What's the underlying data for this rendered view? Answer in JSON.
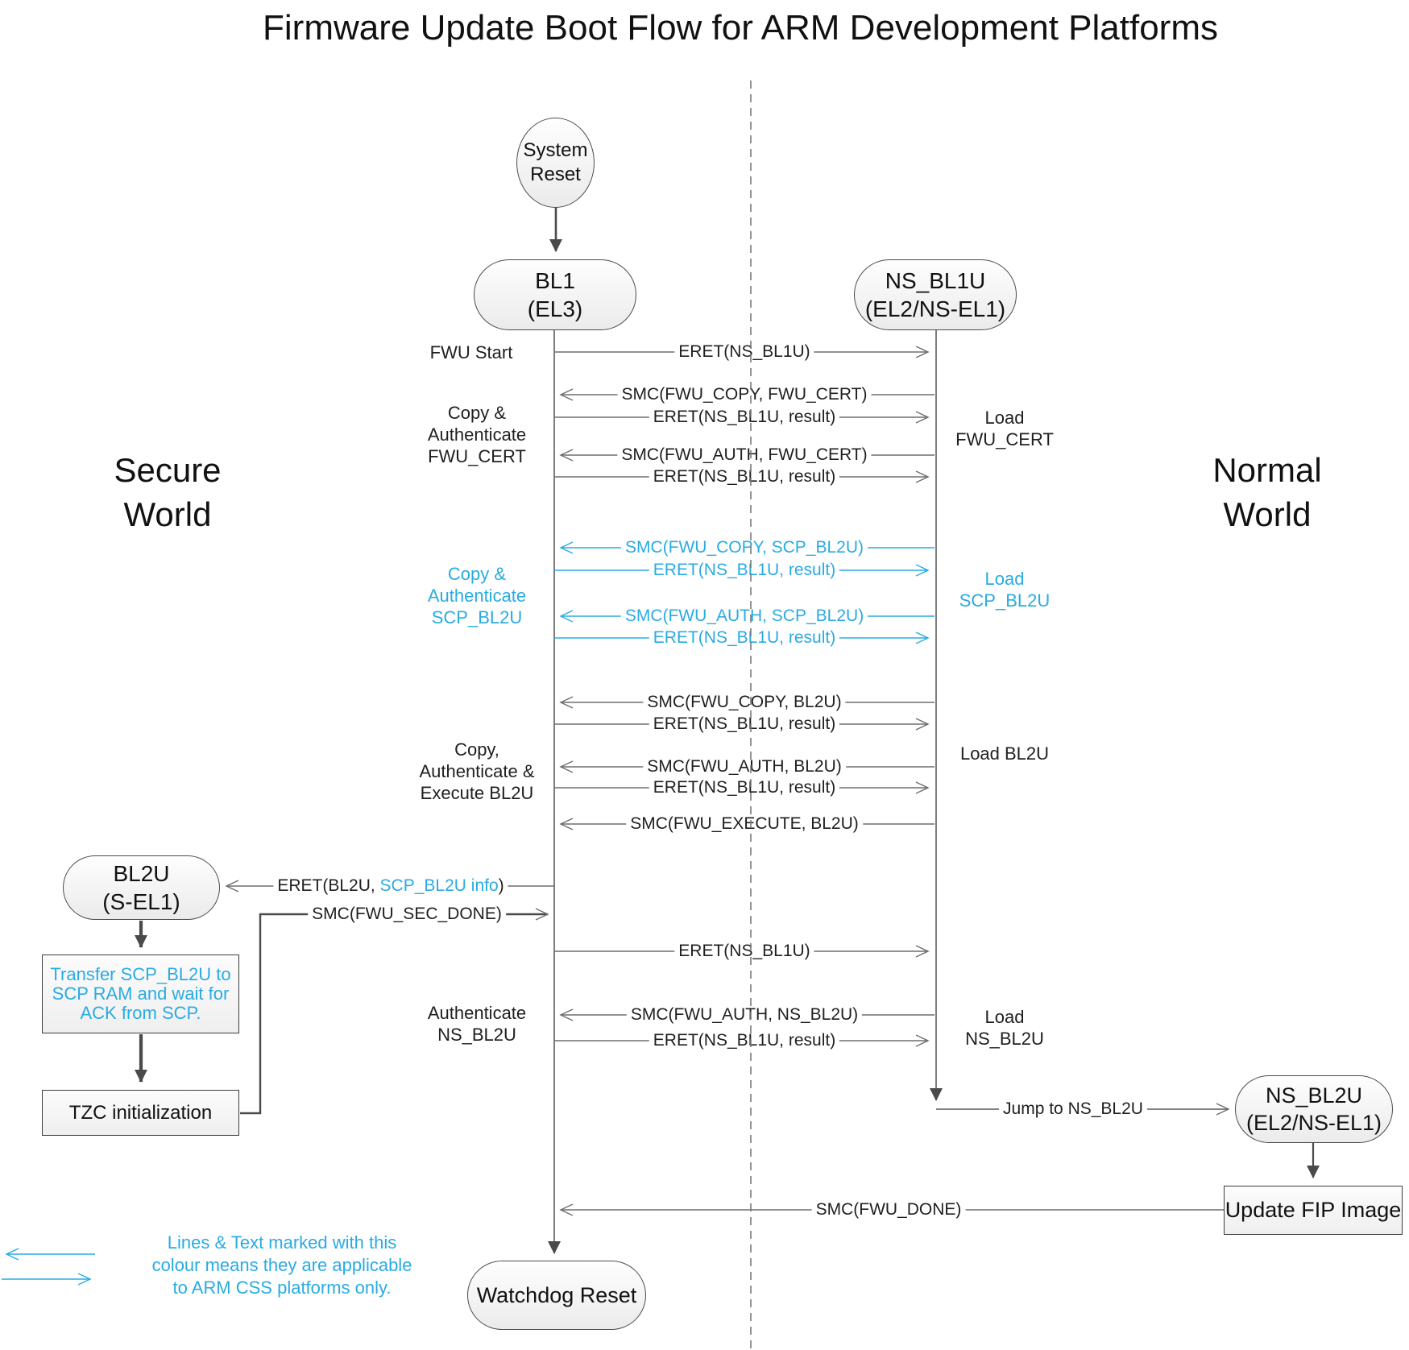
{
  "title": "Firmware Update Boot Flow for ARM Development Platforms",
  "regions": {
    "secure": [
      "Secure",
      "World"
    ],
    "normal": [
      "Normal",
      "World"
    ]
  },
  "nodes": {
    "system_reset": [
      "System",
      "Reset"
    ],
    "bl1": [
      "BL1",
      "(EL3)"
    ],
    "ns_bl1u": [
      "NS_BL1U",
      "(EL2/NS-EL1)"
    ],
    "bl2u": [
      "BL2U",
      "(S-EL1)"
    ],
    "ns_bl2u": [
      "NS_BL2U",
      "(EL2/NS-EL1)"
    ],
    "watchdog": "Watchdog Reset",
    "transfer": [
      "Transfer SCP_BL2U to",
      "SCP RAM and wait for",
      "ACK from SCP."
    ],
    "tzc": "TZC initialization",
    "update_fip": "Update FIP Image"
  },
  "messages": [
    {
      "label": "ERET(NS_BL1U)",
      "css_only": false
    },
    {
      "label": "SMC(FWU_COPY, FWU_CERT)",
      "css_only": false
    },
    {
      "label": "ERET(NS_BL1U, result)",
      "css_only": false
    },
    {
      "label": "SMC(FWU_AUTH, FWU_CERT)",
      "css_only": false
    },
    {
      "label": "ERET(NS_BL1U, result)",
      "css_only": false
    },
    {
      "label": "SMC(FWU_COPY, SCP_BL2U)",
      "css_only": true
    },
    {
      "label": "ERET(NS_BL1U, result)",
      "css_only": true
    },
    {
      "label": "SMC(FWU_AUTH, SCP_BL2U)",
      "css_only": true
    },
    {
      "label": "ERET(NS_BL1U, result)",
      "css_only": true
    },
    {
      "label": "SMC(FWU_COPY, BL2U)",
      "css_only": false
    },
    {
      "label": "ERET(NS_BL1U, result)",
      "css_only": false
    },
    {
      "label": "SMC(FWU_AUTH, BL2U)",
      "css_only": false
    },
    {
      "label": "ERET(NS_BL1U, result)",
      "css_only": false
    },
    {
      "label": "SMC(FWU_EXECUTE, BL2U)",
      "css_only": false
    },
    {
      "label": "ERET(NS_BL1U)",
      "css_only": false
    },
    {
      "label": "SMC(FWU_AUTH, NS_BL2U)",
      "css_only": false
    },
    {
      "label": "ERET(NS_BL1U, result)",
      "css_only": false
    }
  ],
  "special_messages": {
    "eret_bl2u": {
      "prefix": "ERET(BL2U, ",
      "highlight": "SCP_BL2U info",
      "suffix": ")"
    },
    "smc_sec_done": "SMC(FWU_SEC_DONE)",
    "smc_done": "SMC(FWU_DONE)",
    "jump": "Jump to NS_BL2U"
  },
  "side_labels": {
    "fwu_start": "FWU Start",
    "copy_auth_fwu_cert": [
      "Copy &",
      "Authenticate",
      "FWU_CERT"
    ],
    "load_fwu_cert": [
      "Load",
      "FWU_CERT"
    ],
    "copy_auth_scp_bl2u": [
      "Copy &",
      "Authenticate",
      "SCP_BL2U"
    ],
    "load_scp_bl2u": [
      "Load",
      "SCP_BL2U"
    ],
    "copy_auth_exec_bl2u": [
      "Copy,",
      "Authenticate &",
      "Execute BL2U"
    ],
    "load_bl2u": "Load BL2U",
    "authenticate_ns_bl2u": [
      "Authenticate",
      "NS_BL2U"
    ],
    "load_ns_bl2u": [
      "Load",
      "NS_BL2U"
    ]
  },
  "legend": [
    "Lines & Text marked with this",
    "colour means they are applicable",
    "to ARM CSS platforms only."
  ],
  "colors": {
    "css_blue": "#29ABE2",
    "line_gray": "#6e6e6e",
    "dark": "#4a4a4a"
  }
}
